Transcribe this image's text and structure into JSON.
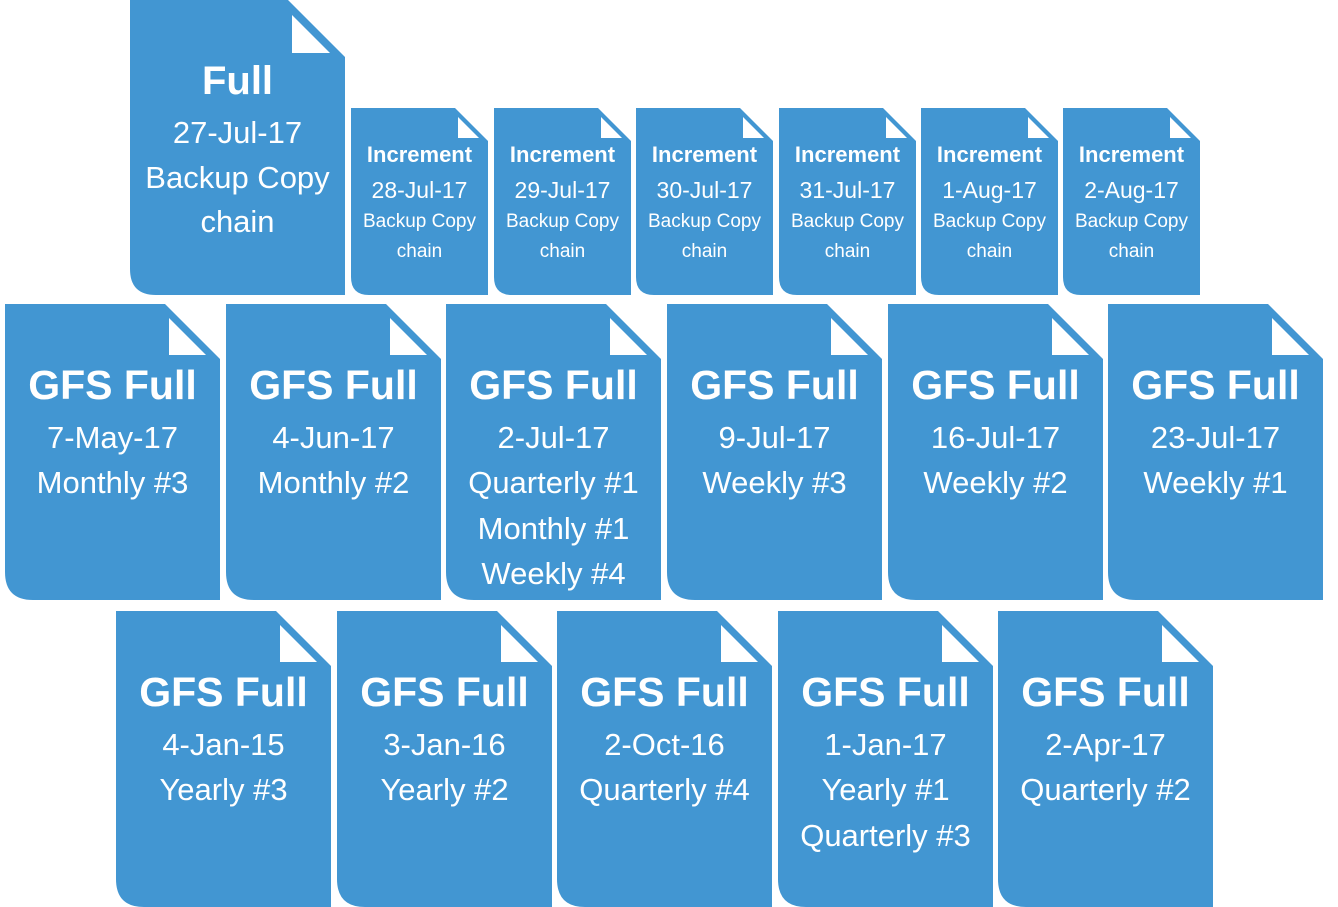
{
  "colors": {
    "card_fill": "#4296D2",
    "fold_fill": "#FFFFFF",
    "text": "#FFFFFF",
    "background": "#FFFFFF"
  },
  "full_backup": {
    "title": "Full",
    "date": "27-Jul-17",
    "line1": "Backup Copy",
    "line2": "chain"
  },
  "increments": [
    {
      "title": "Increment",
      "date": "28-Jul-17",
      "line1": "Backup Copy",
      "line2": "chain"
    },
    {
      "title": "Increment",
      "date": "29-Jul-17",
      "line1": "Backup Copy",
      "line2": "chain"
    },
    {
      "title": "Increment",
      "date": "30-Jul-17",
      "line1": "Backup Copy",
      "line2": "chain"
    },
    {
      "title": "Increment",
      "date": "31-Jul-17",
      "line1": "Backup Copy",
      "line2": "chain"
    },
    {
      "title": "Increment",
      "date": "1-Aug-17",
      "line1": "Backup Copy",
      "line2": "chain"
    },
    {
      "title": "Increment",
      "date": "2-Aug-17",
      "line1": "Backup Copy",
      "line2": "chain"
    }
  ],
  "gfs_row_recent": [
    {
      "title": "GFS Full",
      "date": "7-May-17",
      "tags": [
        "Monthly #3"
      ]
    },
    {
      "title": "GFS Full",
      "date": "4-Jun-17",
      "tags": [
        "Monthly #2"
      ]
    },
    {
      "title": "GFS Full",
      "date": "2-Jul-17",
      "tags": [
        "Quarterly #1",
        "Monthly #1",
        "Weekly #4"
      ]
    },
    {
      "title": "GFS Full",
      "date": "9-Jul-17",
      "tags": [
        "Weekly #3"
      ]
    },
    {
      "title": "GFS Full",
      "date": "16-Jul-17",
      "tags": [
        "Weekly #2"
      ]
    },
    {
      "title": "GFS Full",
      "date": "23-Jul-17",
      "tags": [
        "Weekly #1"
      ]
    }
  ],
  "gfs_row_archive": [
    {
      "title": "GFS Full",
      "date": "4-Jan-15",
      "tags": [
        "Yearly #3"
      ]
    },
    {
      "title": "GFS Full",
      "date": "3-Jan-16",
      "tags": [
        "Yearly #2"
      ]
    },
    {
      "title": "GFS Full",
      "date": "2-Oct-16",
      "tags": [
        "Quarterly #4"
      ]
    },
    {
      "title": "GFS Full",
      "date": "1-Jan-17",
      "tags": [
        "Yearly #1",
        "Quarterly #3"
      ]
    },
    {
      "title": "GFS Full",
      "date": "2-Apr-17",
      "tags": [
        "Quarterly #2"
      ]
    }
  ]
}
